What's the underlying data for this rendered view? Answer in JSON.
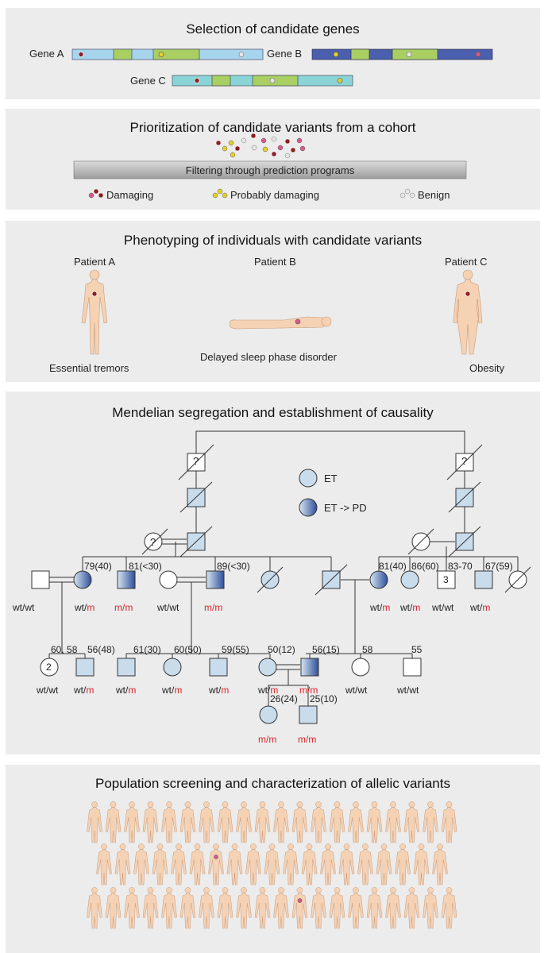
{
  "panel1": {
    "title": "Selection of candidate genes",
    "gene_a": "Gene A",
    "gene_b": "Gene B",
    "gene_c": "Gene C"
  },
  "panel2": {
    "title": "Prioritization of candidate variants from a cohort",
    "filter_label": "Filtering through prediction programs",
    "legend": {
      "damaging": "Damaging",
      "probably_damaging": "Probably damaging",
      "benign": "Benign"
    }
  },
  "panel3": {
    "title": "Phenotyping of individuals with candidate variants",
    "patient_a": "Patient A",
    "patient_b": "Patient B",
    "patient_c": "Patient C",
    "phenotype_a": "Essential tremors",
    "phenotype_b": "Delayed sleep phase disorder",
    "phenotype_c": "Obesity"
  },
  "panel4": {
    "title": "Mendelian segregation and establishment of causality",
    "legend_et": "ET",
    "legend_etpd": "ET -> PD",
    "unknown_mark": "?",
    "ages": {
      "a7940": "79(40)",
      "a8130": "81(<30)",
      "a8930": "89(<30)",
      "a8140": "81(40)",
      "a8660": "86(60)",
      "a8370": "83-70",
      "a6759": "67(59)",
      "a6058": "60, 58",
      "a5648": "56(48)",
      "a6130": "61(30)",
      "a6050": "60(50)",
      "a5955": "59(55)",
      "a5012": "50(12)",
      "a5615": "56(15)",
      "a58": "58",
      "a55": "55",
      "a2624": "26(24)",
      "a2510": "25(10)"
    },
    "counts": {
      "c2": "2",
      "c3": "3"
    },
    "genotypes": {
      "wtwt": "wt/wt",
      "wtm_wt": "wt/",
      "m": "m",
      "mm": "m/m"
    }
  },
  "panel5": {
    "title": "Population screening and characterization of allelic variants"
  },
  "colors": {
    "panel_bg": "#ececec",
    "gene_light": "#a8d5ee",
    "gene_green": "#a9cf63",
    "gene_blue": "#4a5fae",
    "gene_teal": "#8ad4d8",
    "damaging": "#8b1d24",
    "probably_damaging": "#e5d02b",
    "benign": "#c9c9c9",
    "pink": "#d85a8c",
    "genotype_red": "#d8262b",
    "skin": "#f5d2b4",
    "pedigree_fill": "#c9dcec"
  }
}
